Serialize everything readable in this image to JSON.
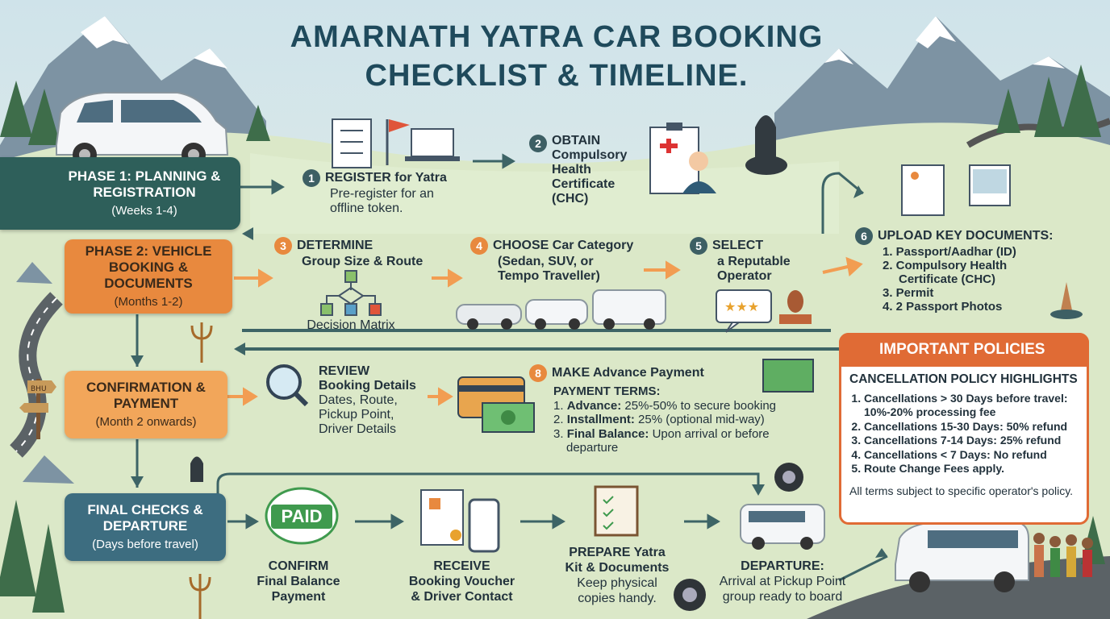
{
  "title_line1": "AMARNATH YATRA CAR BOOKING",
  "title_line2": "CHECKLIST & TIMELINE.",
  "phases": {
    "p1": {
      "title": "PHASE 1: PLANNING & REGISTRATION",
      "sub": "(Weeks 1-4)"
    },
    "p2": {
      "title": "PHASE 2: VEHICLE BOOKING & DOCUMENTS",
      "sub": "(Months 1-2)"
    },
    "p3": {
      "title": "CONFIRMATION & PAYMENT",
      "sub": "(Month 2 onwards)"
    },
    "p4": {
      "title": "FINAL CHECKS & DEPARTURE",
      "sub": "(Days before travel)"
    }
  },
  "steps": {
    "s1": {
      "num": "1",
      "title": "REGISTER for Yatra",
      "line1": "Pre-register for an",
      "line2": "offline token."
    },
    "s2": {
      "num": "2",
      "line1": "OBTAIN",
      "line2": "Compulsory",
      "line3": "Health",
      "line4": "Certificate",
      "line5": "(CHC)"
    },
    "s3": {
      "num": "3",
      "line1": "DETERMINE",
      "line2": "Group Size & Route",
      "caption": "Decision Matrix"
    },
    "s4": {
      "num": "4",
      "line1": "CHOOSE Car Category",
      "line2": "(Sedan, SUV, or",
      "line3": "Tempo Traveller)"
    },
    "s5": {
      "num": "5",
      "line1": "SELECT",
      "line2": "a Reputable",
      "line3": "Operator"
    },
    "s6": {
      "num": "6",
      "title": "UPLOAD KEY DOCUMENTS:",
      "items": [
        "1. Passport/Aadhar (ID)",
        "2. Compulsory Health",
        "Certificate (CHC)",
        "3. Permit",
        "4. 2 Passport Photos"
      ]
    },
    "review": {
      "title": "REVIEW",
      "line1": "Booking Details",
      "line2": "Dates, Route,",
      "line3": "Pickup Point,",
      "line4": "Driver Details"
    },
    "s8": {
      "num": "8",
      "title": "MAKE Advance Payment",
      "terms": "PAYMENT TERMS:",
      "t1b": "Advance:",
      "t1": "25%-50% to secure booking",
      "t2b": "Installment:",
      "t2": "25% (optional mid-way)",
      "t3b": "Final Balance:",
      "t3": "Upon arrival or before",
      "t3c": "departure"
    },
    "confirm": {
      "line1": "CONFIRM",
      "line2": "Final Balance",
      "line3": "Payment",
      "stamp": "PAID"
    },
    "receive": {
      "line1": "RECEIVE",
      "line2": "Booking Voucher",
      "line3": "& Driver Contact"
    },
    "prepare": {
      "line1": "PREPARE Yatra",
      "line2": "Kit & Documents",
      "line3": "Keep physical",
      "line4": "copies handy."
    },
    "departure": {
      "line1": "DEPARTURE:",
      "line2": "Arrival at Pickup Point",
      "line3": "group ready to board"
    }
  },
  "policies": {
    "header": "IMPORTANT POLICIES",
    "subheader": "CANCELLATION POLICY HIGHLIGHTS",
    "items": [
      "Cancellations > 30 Days before travel: 10%-20% processing fee",
      "Cancellations 15-30 Days: 50% refund",
      "Cancellations 7-14 Days: 25% refund",
      "Cancellations < 7 Days: No refund",
      "Route Change Fees apply."
    ],
    "note": "All terms subject to specific operator's policy."
  },
  "signpost": "BHU",
  "colors": {
    "teal": "#2e5f5a",
    "orange": "#e8893e",
    "light_orange": "#f2a65a",
    "slate": "#3d6d80",
    "policy": "#e06b35"
  }
}
